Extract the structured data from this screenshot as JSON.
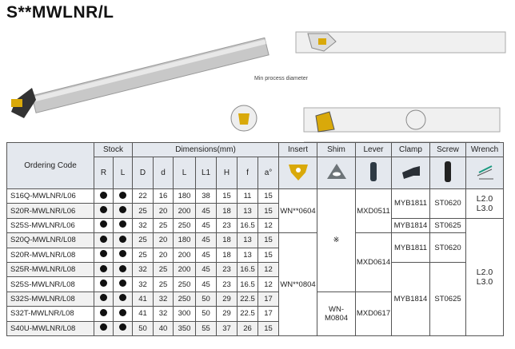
{
  "title": "S**MWLNR/L",
  "illustration": {
    "min_label": "Min process diameter"
  },
  "headers": {
    "ordering_code": "Ordering Code",
    "stock": "Stock",
    "dimensions": "Dimensions(mm)",
    "insert": "Insert",
    "shim": "Shim",
    "lever": "Lever",
    "clamp": "Clamp",
    "screw": "Screw",
    "wrench": "Wrench",
    "sub": [
      "R",
      "L",
      "D",
      "d",
      "L",
      "L1",
      "H",
      "f",
      "a°"
    ]
  },
  "rows": [
    {
      "code": "S16Q-MWLNR/L06",
      "D": "22",
      "d": "16",
      "L": "180",
      "L1": "38",
      "H": "15",
      "f": "11",
      "a": "15"
    },
    {
      "code": "S20R-MWLNR/L06",
      "D": "25",
      "d": "20",
      "L": "200",
      "L1": "45",
      "H": "18",
      "f": "13",
      "a": "15"
    },
    {
      "code": "S25S-MWLNR/L06",
      "D": "32",
      "d": "25",
      "L": "250",
      "L1": "45",
      "H": "23",
      "f": "16.5",
      "a": "12"
    },
    {
      "code": "S20Q-MWLNR/L08",
      "D": "25",
      "d": "20",
      "L": "180",
      "L1": "45",
      "H": "18",
      "f": "13",
      "a": "15"
    },
    {
      "code": "S20R-MWLNR/L08",
      "D": "25",
      "d": "20",
      "L": "200",
      "L1": "45",
      "H": "18",
      "f": "13",
      "a": "15"
    },
    {
      "code": "S25R-MWLNR/L08",
      "D": "32",
      "d": "25",
      "L": "200",
      "L1": "45",
      "H": "23",
      "f": "16.5",
      "a": "12"
    },
    {
      "code": "S25S-MWLNR/L08",
      "D": "32",
      "d": "25",
      "L": "250",
      "L1": "45",
      "H": "23",
      "f": "16.5",
      "a": "12"
    },
    {
      "code": "S32S-MWLNR/L08",
      "D": "41",
      "d": "32",
      "L": "250",
      "L1": "50",
      "H": "29",
      "f": "22.5",
      "a": "17"
    },
    {
      "code": "S32T-MWLNR/L08",
      "D": "41",
      "d": "32",
      "L": "300",
      "L1": "50",
      "H": "29",
      "f": "22.5",
      "a": "17"
    },
    {
      "code": "S40U-MWLNR/L08",
      "D": "50",
      "d": "40",
      "L": "350",
      "L1": "55",
      "H": "37",
      "f": "26",
      "a": "15"
    }
  ],
  "parts": {
    "insert": [
      "WN**0604",
      "WN**0804"
    ],
    "shim": [
      "※",
      "WN-M0804"
    ],
    "lever": [
      "MXD0511",
      "MXD0614",
      "MXD0617"
    ],
    "clamp": [
      "MYB1811",
      "MYB1814",
      "MYB1811",
      "MYB1814"
    ],
    "screw": [
      "ST0620",
      "ST0625",
      "ST0620",
      "ST0625"
    ],
    "wrench": [
      "L2.0\nL3.0",
      "L2.0\nL3.0"
    ]
  }
}
